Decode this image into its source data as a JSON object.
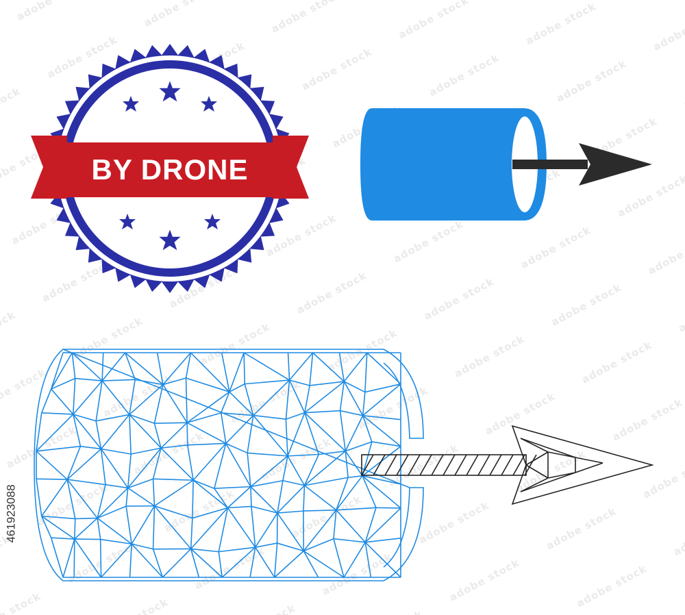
{
  "stamp": {
    "text": "BY DRONE",
    "outer_color": "#2b2fa6",
    "ribbon_color": "#c81c24",
    "text_color": "#ffffff"
  },
  "solid_icon": {
    "cylinder_color": "#1f8be3",
    "arrow_color": "#2b2b2b"
  },
  "mesh_icon": {
    "cylinder_color": "#1f8be3",
    "arrow_color": "#222222"
  },
  "watermark": {
    "text": "adobe stock",
    "color": "#e8e8e8"
  },
  "stock_id": "461923088"
}
